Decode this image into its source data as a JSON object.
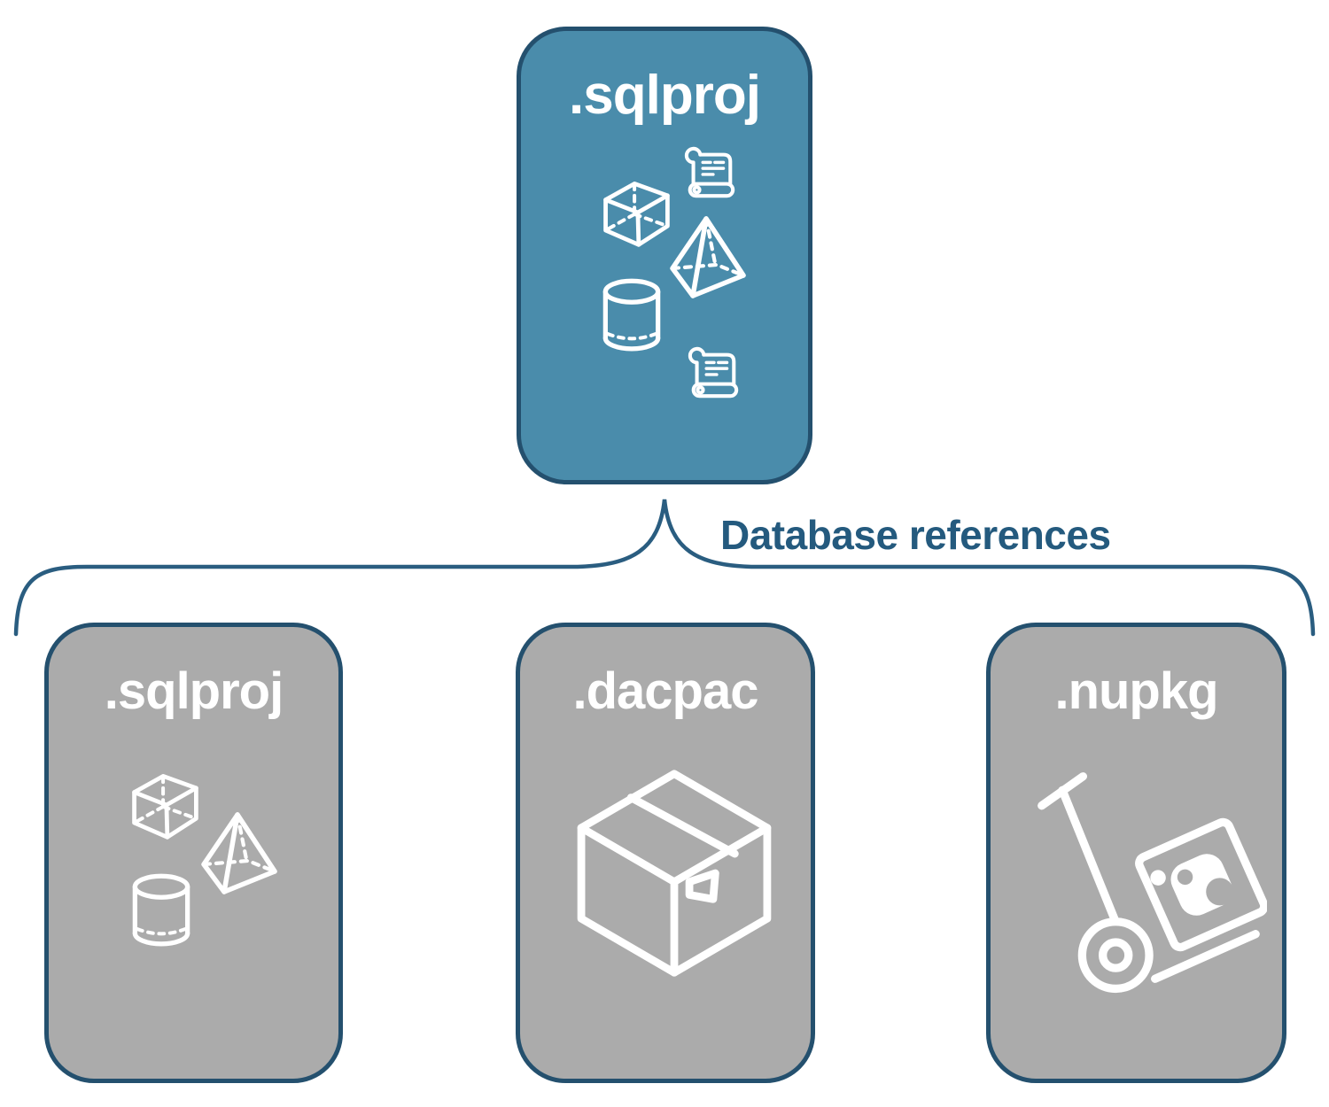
{
  "colors": {
    "root_box_fill": "#4a8cab",
    "child_box_fill": "#ababab",
    "box_border": "#24506e",
    "connector_line": "#2a5d80",
    "connector_label_text": "#245a7e",
    "icon_stroke": "#ffffff"
  },
  "root_box": {
    "label": ".sqlproj",
    "icons": [
      "script-scroll-icon",
      "cube-icon",
      "pyramid-icon",
      "database-cylinder-icon",
      "script-scroll-icon"
    ]
  },
  "connector": {
    "label": "Database references"
  },
  "child_boxes": [
    {
      "label": ".sqlproj",
      "icons": [
        "cube-icon",
        "pyramid-icon",
        "database-cylinder-icon"
      ]
    },
    {
      "label": ".dacpac",
      "icons": [
        "package-box-icon"
      ]
    },
    {
      "label": ".nupkg",
      "icons": [
        "nuget-hand-truck-icon"
      ]
    }
  ]
}
